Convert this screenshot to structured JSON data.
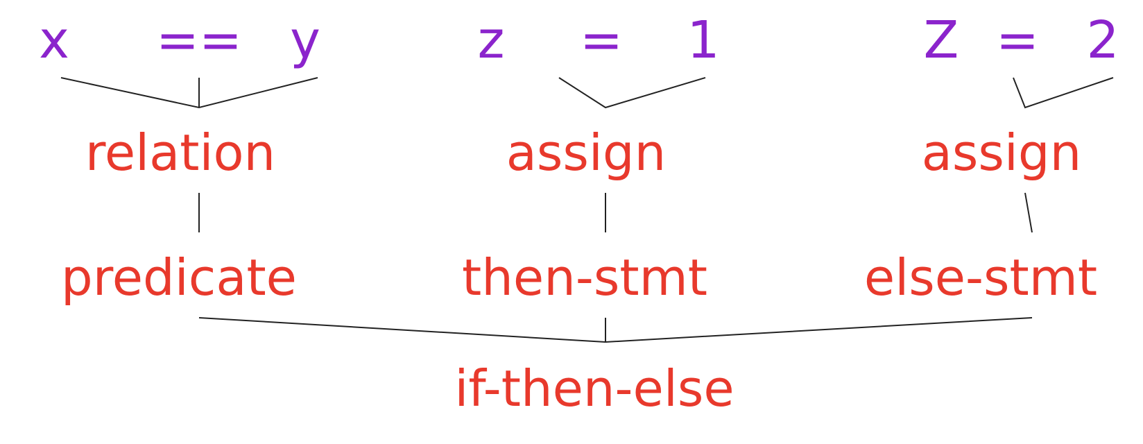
{
  "colors": {
    "token": "#8b24cc",
    "nonterminal": "#e8392c",
    "edge": "#222222"
  },
  "tokens": {
    "x": "x",
    "eqeq": "==",
    "y": "y",
    "z_lower": "z",
    "eq1": "=",
    "one": "1",
    "z_upper": "Z",
    "eq2": "=",
    "two": "2"
  },
  "nodes": {
    "relation": "relation",
    "assign_then": "assign",
    "assign_else": "assign",
    "predicate": "predicate",
    "then_stmt": "then-stmt",
    "else_stmt": "else-stmt",
    "root": "if-then-else"
  }
}
